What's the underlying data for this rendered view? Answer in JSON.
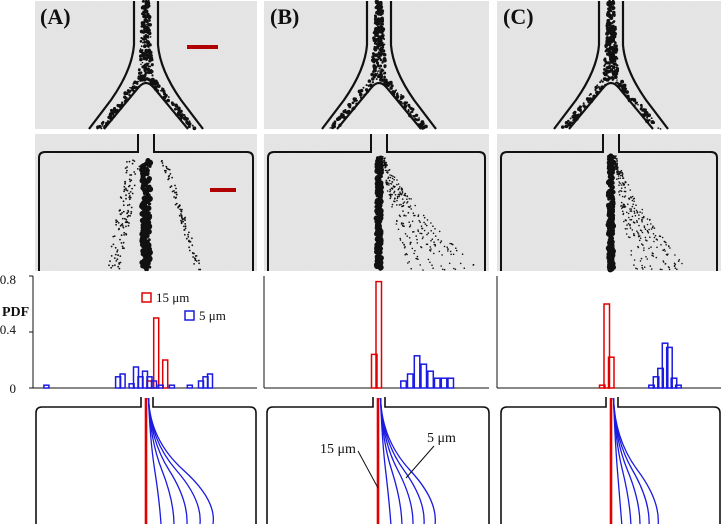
{
  "panels": [
    {
      "label": "(A)"
    },
    {
      "label": "(B)"
    },
    {
      "label": "(C)"
    }
  ],
  "colors": {
    "large_particle": "#e00000",
    "small_particle": "#1a1ae0",
    "scale_bar": "#b00000",
    "photo_bg": "#e6e6e6"
  },
  "chart_data": [
    {
      "type": "bar",
      "panel": "(A)",
      "ylabel": "PDF",
      "ylim": [
        0,
        0.8
      ],
      "yticks": [
        "0",
        "0.4",
        "0.8"
      ],
      "legend": [
        "15 μm",
        "5 μm"
      ],
      "series": [
        {
          "name": "15 μm",
          "bins": [
            0.52,
            0.55,
            0.59
          ],
          "values": [
            0.05,
            0.5,
            0.2
          ]
        },
        {
          "name": "5 μm",
          "bins": [
            0.06,
            0.38,
            0.4,
            0.44,
            0.46,
            0.48,
            0.5,
            0.52,
            0.54,
            0.57,
            0.62,
            0.7,
            0.75,
            0.77,
            0.79
          ],
          "values": [
            0.02,
            0.08,
            0.1,
            0.03,
            0.15,
            0.08,
            0.12,
            0.08,
            0.05,
            0.02,
            0.02,
            0.02,
            0.05,
            0.08,
            0.1
          ]
        }
      ]
    },
    {
      "type": "bar",
      "panel": "(B)",
      "ylim": [
        0,
        0.8
      ],
      "series": [
        {
          "name": "15 μm",
          "bins": [
            0.49,
            0.51
          ],
          "values": [
            0.24,
            0.76
          ]
        },
        {
          "name": "5 μm",
          "bins": [
            0.62,
            0.65,
            0.68,
            0.71,
            0.74,
            0.77,
            0.8,
            0.83
          ],
          "values": [
            0.05,
            0.1,
            0.23,
            0.17,
            0.12,
            0.07,
            0.07,
            0.07
          ]
        }
      ]
    },
    {
      "type": "bar",
      "panel": "(C)",
      "ylim": [
        0,
        0.8
      ],
      "series": [
        {
          "name": "15 μm",
          "bins": [
            0.47,
            0.49,
            0.51
          ],
          "values": [
            0.02,
            0.6,
            0.22
          ]
        },
        {
          "name": "5 μm",
          "bins": [
            0.69,
            0.71,
            0.73,
            0.75,
            0.77,
            0.79,
            0.81
          ],
          "values": [
            0.02,
            0.08,
            0.14,
            0.32,
            0.29,
            0.07,
            0.02
          ]
        }
      ]
    }
  ],
  "annotations": {
    "large_label": "15 μm",
    "small_label": "5 μm"
  }
}
